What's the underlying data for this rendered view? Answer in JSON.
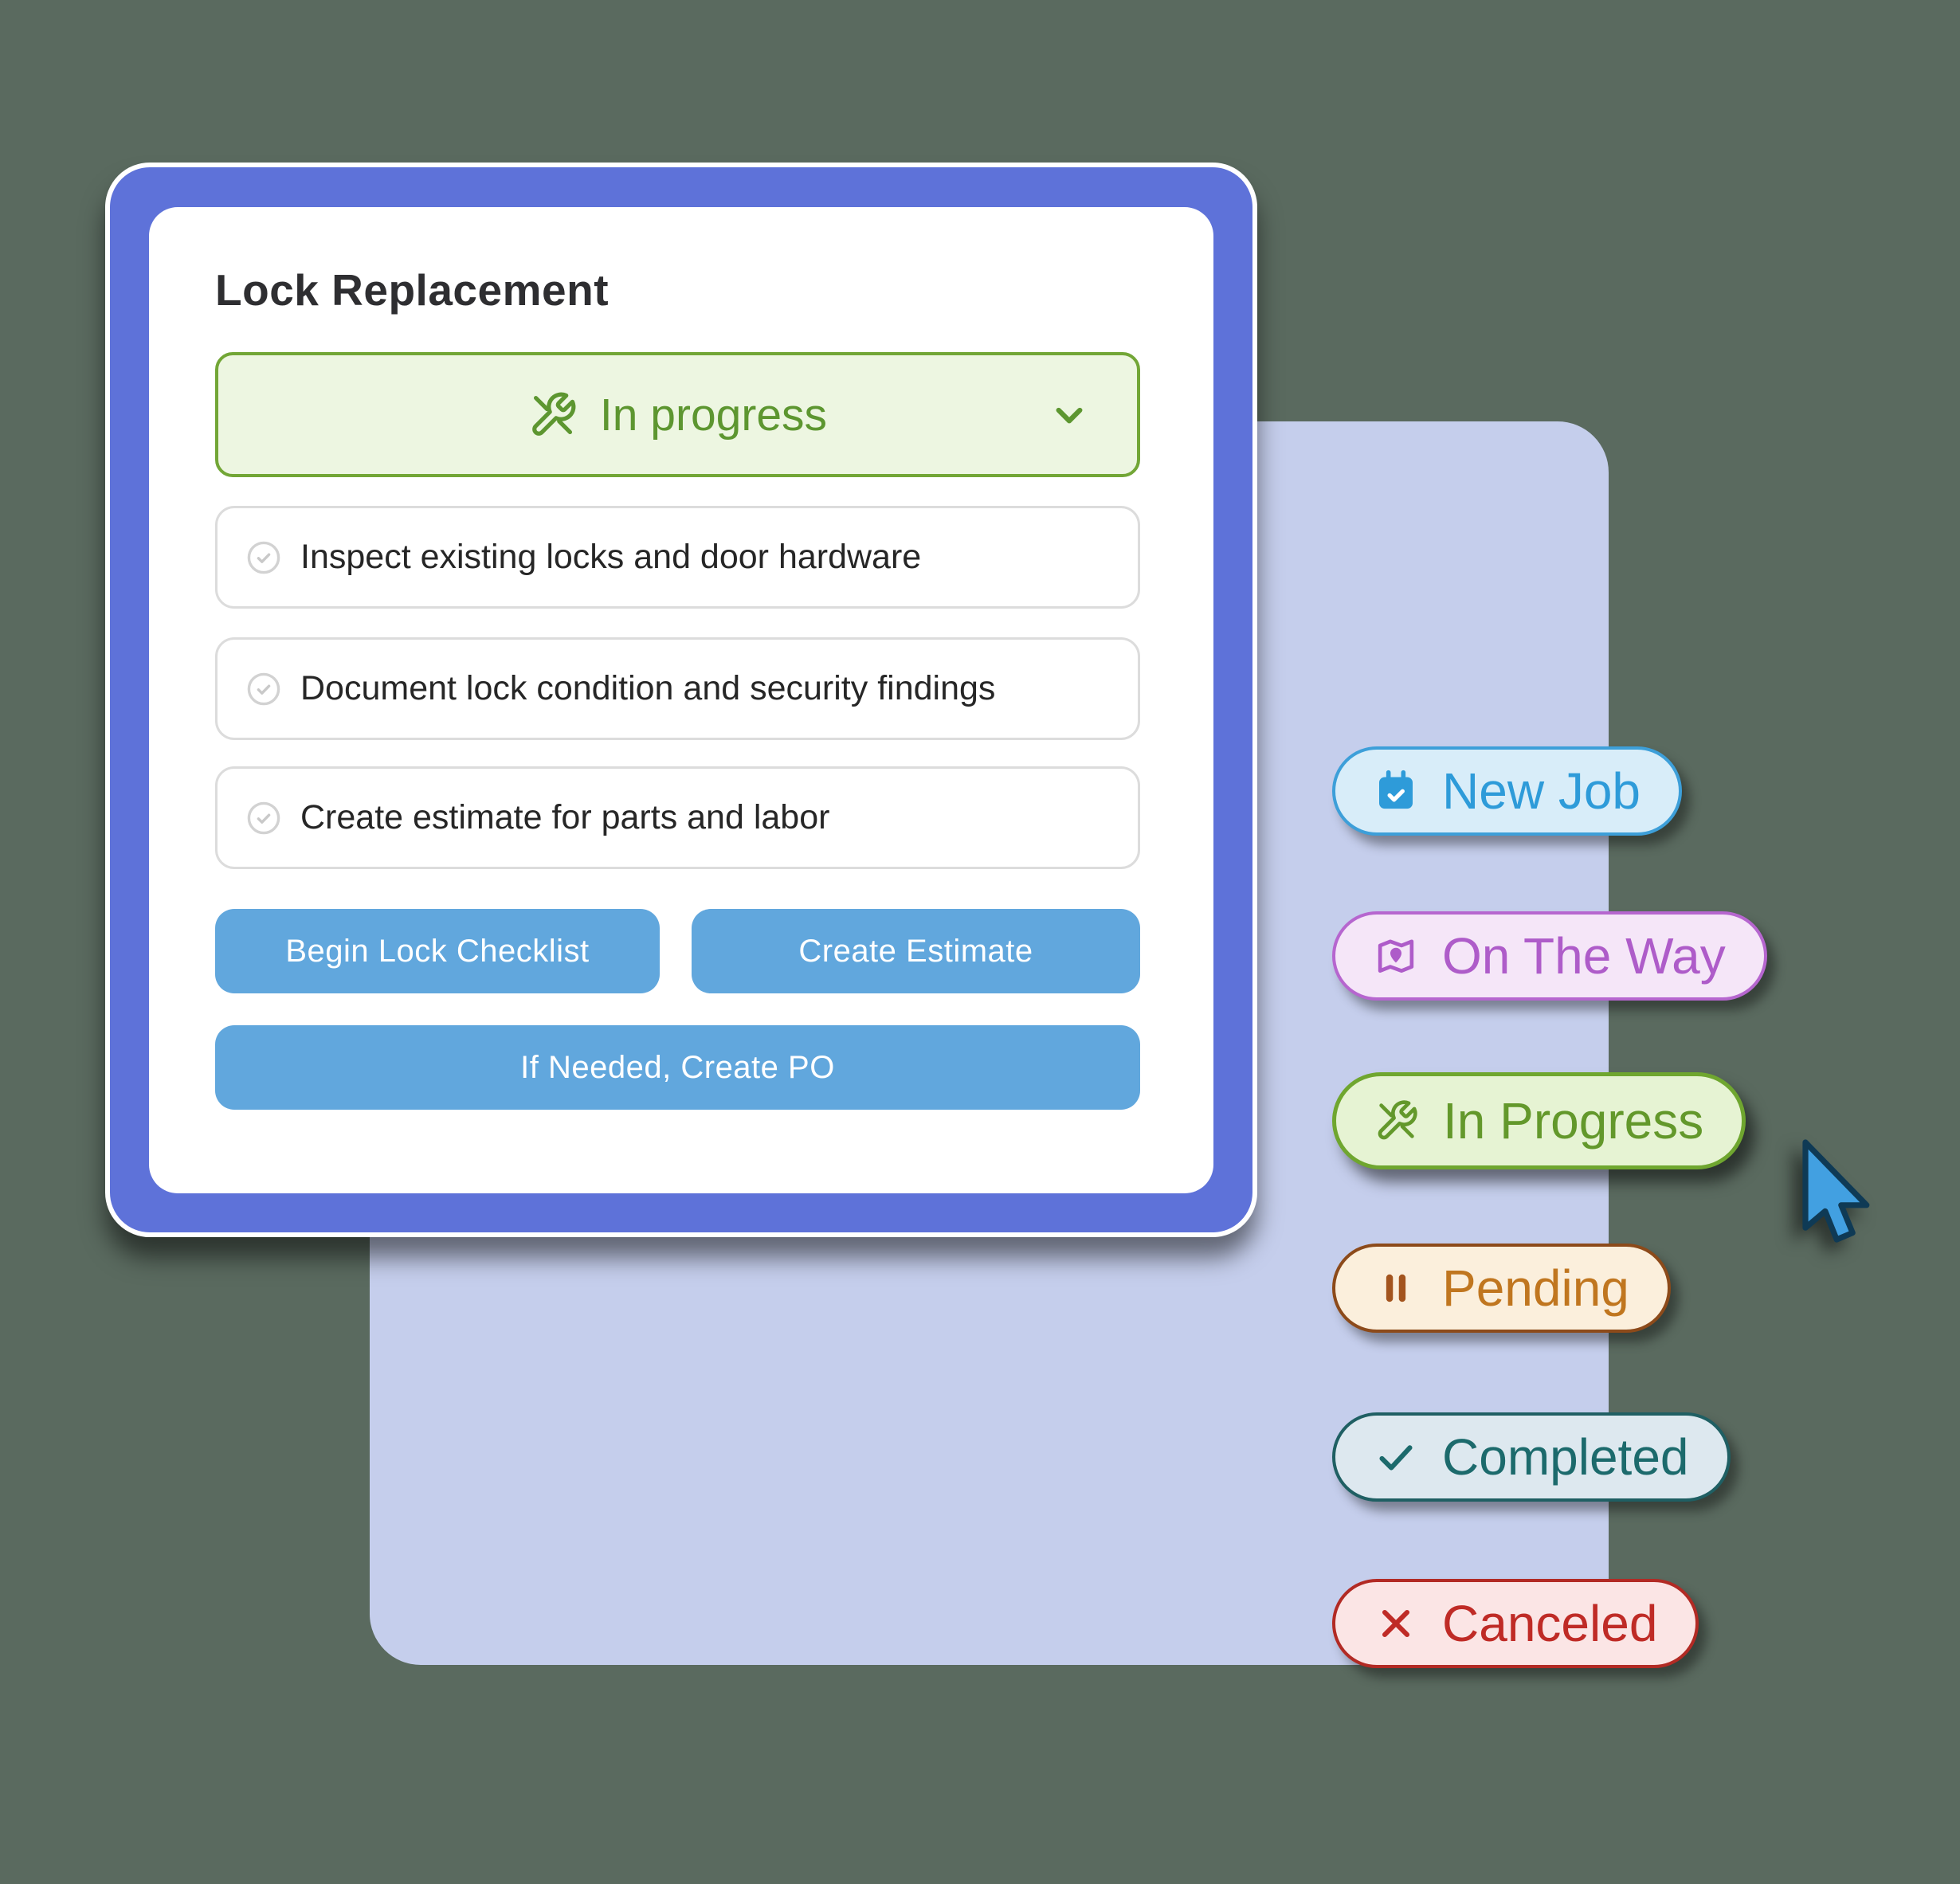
{
  "colors": {
    "background": "#5A6A5F",
    "panel": "#C5CEEC",
    "card_frame": "#5E72D9",
    "card_bg": "#FFFFFF",
    "status_green_bg": "#EDF6E1",
    "status_green_border": "#72A636",
    "status_green_text": "#5D9630",
    "action_blue": "#61A7DD",
    "cursor_blue": "#42A0E1"
  },
  "card": {
    "title": "Lock Replacement",
    "status_dropdown": {
      "label": "In progress",
      "icon": "tools-icon"
    },
    "checklist": [
      "Inspect existing locks and door hardware",
      "Document lock condition and security findings",
      "Create estimate for parts and labor"
    ],
    "actions": {
      "begin_checklist": "Begin Lock Checklist",
      "create_estimate": "Create Estimate",
      "create_po": "If Needed, Create PO"
    }
  },
  "status_pills": [
    {
      "label": "New Job",
      "icon": "calendar-check-icon",
      "bg": "#D8EDF9",
      "border": "#3D9FD9",
      "text": "#2E9BD9"
    },
    {
      "label": "On The Way",
      "icon": "map-pin-icon",
      "bg": "#F5E6F8",
      "border": "#B666CF",
      "text": "#AE5CC9"
    },
    {
      "label": "In Progress",
      "icon": "tools-icon",
      "bg": "#E6F3D3",
      "border": "#6FA62F",
      "text": "#63982B"
    },
    {
      "label": "Pending",
      "icon": "pause-icon",
      "bg": "#FBEFDC",
      "border": "#8C4A1A",
      "text": "#C0761F",
      "icon_color": "#A3541E"
    },
    {
      "label": "Completed",
      "icon": "check-icon",
      "bg": "#DDE8EF",
      "border": "#1F5F63",
      "text": "#1C6A6C"
    },
    {
      "label": "Canceled",
      "icon": "x-icon",
      "bg": "#FBE5E5",
      "border": "#B22A24",
      "text": "#BF2B26"
    }
  ]
}
